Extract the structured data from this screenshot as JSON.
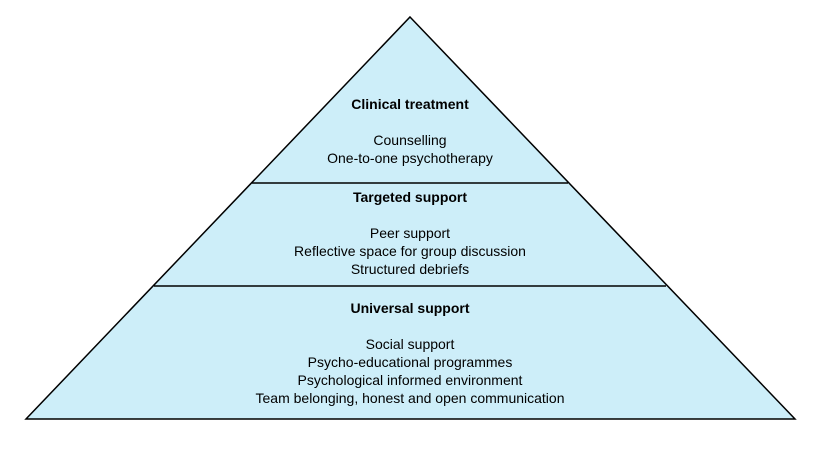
{
  "diagram": {
    "fill_color": "#cdeef9",
    "stroke_color": "#000000",
    "tiers": [
      {
        "title": "Clinical treatment",
        "items": [
          "Counselling",
          "One-to-one psychotherapy"
        ]
      },
      {
        "title": "Targeted support",
        "items": [
          "Peer support",
          "Reflective space for group discussion",
          "Structured debriefs"
        ]
      },
      {
        "title": "Universal support",
        "items": [
          "Social support",
          "Psycho-educational programmes",
          "Psychological informed environment",
          "Team belonging, honest and open communication"
        ]
      }
    ]
  }
}
